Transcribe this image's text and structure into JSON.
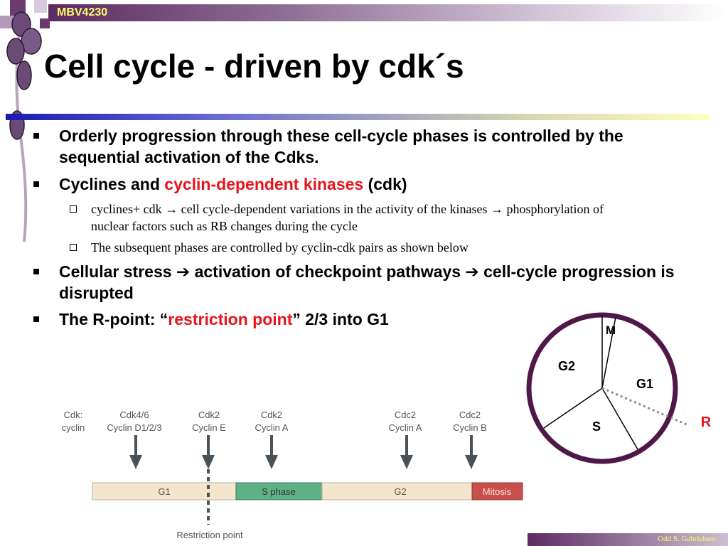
{
  "header": {
    "course_code": "MBV4230"
  },
  "slide": {
    "title": "Cell cycle - driven by cdk´s"
  },
  "bullets": {
    "b1": "Orderly progression through these cell-cycle phases is controlled by the sequential activation of the Cdks.",
    "b2_pre": "Cyclines and ",
    "b2_red": "cyclin-dependent kinases",
    "b2_post": " (cdk)",
    "sub1": "cyclines+ cdk → cell cycle-dependent variations in the activity of the kinases → phosphorylation of nuclear factors such as RB changes during the cycle",
    "sub2": "The subsequent phases are controlled by cyclin-cdk pairs as shown below",
    "b3_a": "Cellular stress ",
    "arrow": "➔",
    "b3_b": " activation of checkpoint pathways ",
    "b3_c": " cell-cycle progression is disrupted",
    "b4_pre": "The R-point: “",
    "b4_red": "restriction point",
    "b4_post": "” 2/3 into G1"
  },
  "timeline": {
    "header_label": {
      "line1": "Cdk:",
      "line2": "cyclin"
    },
    "pairs": [
      {
        "cdk": "Cdk4/6",
        "cyclin": "Cyclin D1/2/3"
      },
      {
        "cdk": "Cdk2",
        "cyclin": "Cyclin E"
      },
      {
        "cdk": "Cdk2",
        "cyclin": "Cyclin A"
      },
      {
        "cdk": "Cdc2",
        "cyclin": "Cyclin A"
      },
      {
        "cdk": "Cdc2",
        "cyclin": "Cyclin B"
      }
    ],
    "phases": [
      {
        "label": "G1",
        "color": "#f3e6cc"
      },
      {
        "label": "S phase",
        "color": "#5fb287"
      },
      {
        "label": "G2",
        "color": "#f3e6cc"
      },
      {
        "label": "Mitosis",
        "color": "#c9504a"
      }
    ],
    "restriction_label": "Restriction point",
    "arrow_color": "#4a5257"
  },
  "cycle": {
    "ring_color": "#501848",
    "labels": {
      "m": "M",
      "g1": "G1",
      "g2": "G2",
      "s": "S",
      "r": "R"
    },
    "r_color": "#e8141c"
  },
  "footer": {
    "author": "Odd S. Gabrielsen"
  }
}
